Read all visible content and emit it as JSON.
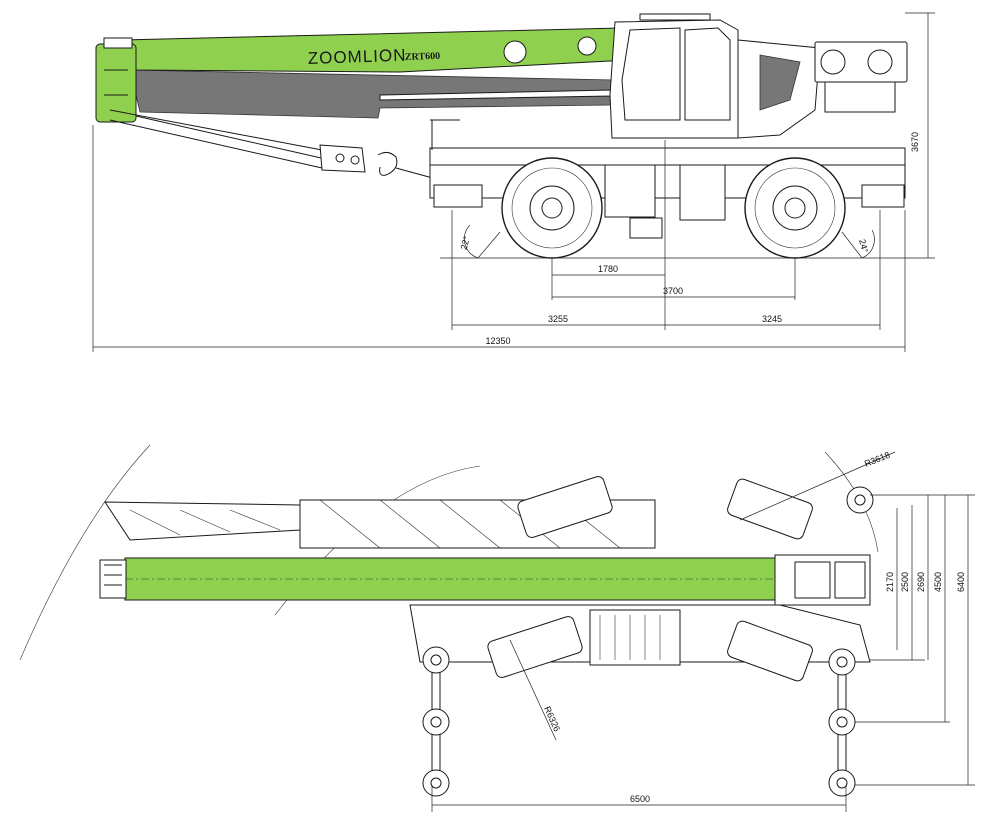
{
  "brand": {
    "name": "ZOOMLION",
    "model": "ZRT600"
  },
  "colors": {
    "boom_green": "#8fd14f",
    "boom_gray": "#777777",
    "line": "#1a1a1a"
  },
  "side_view": {
    "dimensions": {
      "overall_height": "3670",
      "overall_length": "12350",
      "front_overhang": "3255",
      "rear_overhang": "3245",
      "wheelbase": "3700",
      "center_to_front_axle": "1780",
      "approach_angle": "22°",
      "departure_angle": "24°"
    }
  },
  "top_view": {
    "dimensions": {
      "width_2170": "2170",
      "width_2500": "2500",
      "width_2690": "2690",
      "outrigger_span_4500": "4500",
      "outrigger_span_6400": "6400",
      "outrigger_length": "6500",
      "tail_swing_radius": "R3618",
      "turning_radius": "R6326"
    }
  }
}
